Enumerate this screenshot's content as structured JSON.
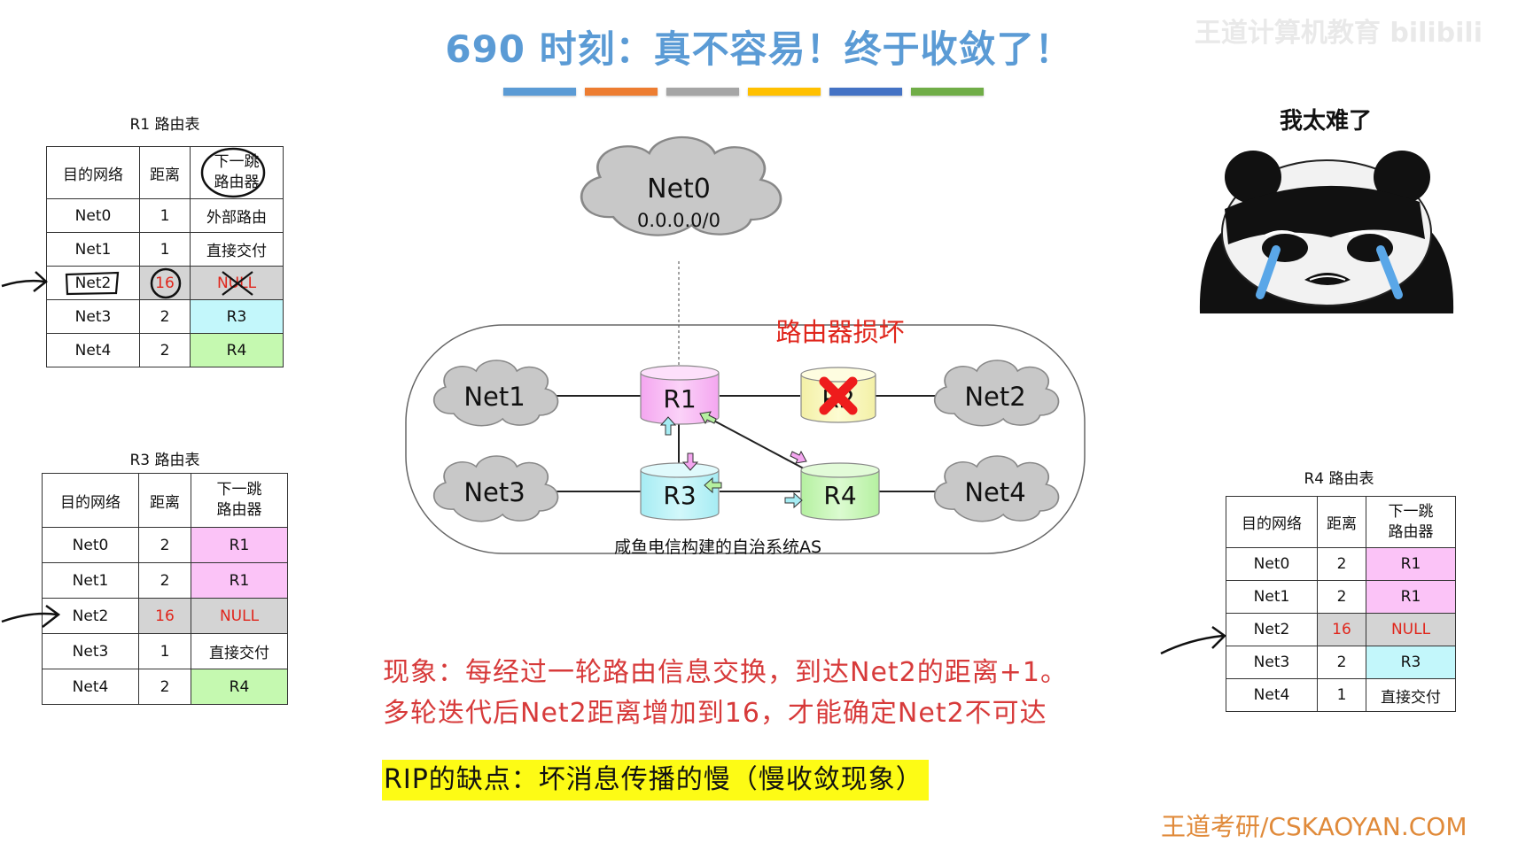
{
  "title": {
    "number": "690",
    "text": "时刻：真不容易！终于收敛了！"
  },
  "color_bar": [
    "#5b9bd5",
    "#ed7d31",
    "#a5a5a5",
    "#ffc000",
    "#4472c4",
    "#70ad47"
  ],
  "watermark": "王道计算机教育 bilibili",
  "footer_brand": "王道考研/CSKAOYAN.COM",
  "r1_table": {
    "caption": "R1 路由表",
    "headers": [
      "目的网络",
      "距离",
      "下一跳\n路由器"
    ],
    "rows": [
      [
        "Net0",
        "1",
        "外部路由"
      ],
      [
        "Net1",
        "1",
        "直接交付"
      ],
      [
        "Net2",
        "16",
        "NULL"
      ],
      [
        "Net3",
        "2",
        "R3"
      ],
      [
        "Net4",
        "2",
        "R4"
      ]
    ]
  },
  "r3_table": {
    "caption": "R3 路由表",
    "headers": [
      "目的网络",
      "距离",
      "下一跳\n路由器"
    ],
    "rows": [
      [
        "Net0",
        "2",
        "R1"
      ],
      [
        "Net1",
        "2",
        "R1"
      ],
      [
        "Net2",
        "16",
        "NULL"
      ],
      [
        "Net3",
        "1",
        "直接交付"
      ],
      [
        "Net4",
        "2",
        "R4"
      ]
    ]
  },
  "r4_table": {
    "caption": "R4 路由表",
    "headers": [
      "目的网络",
      "距离",
      "下一跳\n路由器"
    ],
    "rows": [
      [
        "Net0",
        "2",
        "R1"
      ],
      [
        "Net1",
        "2",
        "R1"
      ],
      [
        "Net2",
        "16",
        "NULL"
      ],
      [
        "Net3",
        "2",
        "R3"
      ],
      [
        "Net4",
        "1",
        "直接交付"
      ]
    ]
  },
  "diagram": {
    "net0_name": "Net0",
    "net0_addr": "0.0.0.0/0",
    "nets": [
      "Net1",
      "Net2",
      "Net3",
      "Net4"
    ],
    "routers": [
      "R1",
      "R2",
      "R3",
      "R4"
    ],
    "broken_label": "路由器损坏",
    "as_label": "咸鱼电信构建的自治系统AS"
  },
  "phenomenon": {
    "line1": "现象：每经过一轮路由信息交换，到达Net2的距离+1。",
    "line2": "多轮迭代后Net2距离增加到16，才能确定Net2不可达"
  },
  "rip_defect": "RIP的缺点：坏消息传播的慢（慢收敛现象）",
  "panda_caption": "我太难了"
}
